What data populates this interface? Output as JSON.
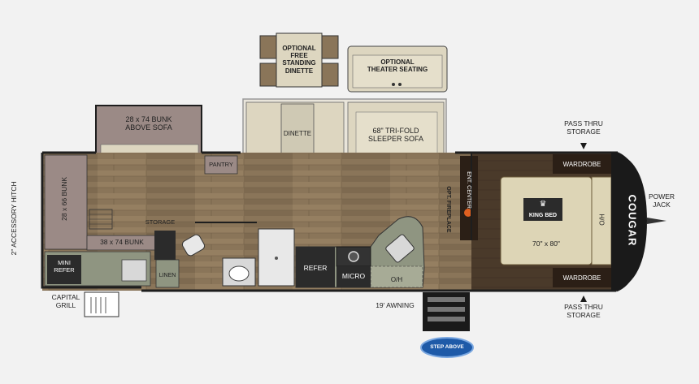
{
  "labels": {
    "bunk_above_sofa": "28 x 74 BUNK\nABOVE SOFA",
    "optional_dinette": "OPTIONAL\nFREE\nSTANDING\nDINETTE",
    "optional_theater": "OPTIONAL\nTHEATER SEATING",
    "dinette": "DINETTE",
    "sleeper_sofa": "68\" TRI-FOLD\nSLEEPER SOFA",
    "pantry": "PANTRY",
    "bunk_28x66": "28 x 66 BUNK",
    "storage": "STORAGE",
    "bunk_38x74": "38 x 74 BUNK",
    "mini_refer": "MINI\nREFER",
    "linen": "LINEN",
    "refer": "REFER",
    "micro": "MICRO",
    "oh": "O/H",
    "opt_fireplace": "OPT. FIREPLACE",
    "ent_center": "ENT. CENTER",
    "wardrobe_top": "WARDROBE",
    "wardrobe_bottom": "WARDROBE",
    "king_bed": "KING BED",
    "bed_size": "70\" x 80\"",
    "ho": "H/O",
    "pass_thru_top": "PASS THRU\nSTORAGE",
    "pass_thru_bottom": "PASS THRU\nSTORAGE",
    "power_jack": "POWER\nJACK",
    "accessory_hitch": "2\" ACCESSORY HITCH",
    "capital_grill": "CAPITAL\nGRILL",
    "awning": "19' AWNING",
    "brand": "COUGAR",
    "step_logo": "STEP ABOVE"
  },
  "colors": {
    "background": "#f2f2f2",
    "floor": "#8a7559",
    "floor_light": "#a38d6e",
    "wall": "#1e1e1e",
    "slide_outline": "#999999",
    "cushion": "#ddd6c0",
    "cushion_dark": "#c9bf9f",
    "counter": "#8f9581",
    "counter_light": "#a7ab96",
    "bunk_gray": "#9b8a86",
    "bedroom_floor": "#4a3a2a",
    "bed": "#ddd5b6",
    "cabinet": "#2b1f16",
    "step_blue": "#1e5aa8"
  },
  "icons": [
    "crown-icon",
    "fireplace-icon",
    "stairs-icon",
    "table-icon",
    "chair-icon",
    "sink-icon",
    "stove-icon",
    "shower-icon"
  ]
}
